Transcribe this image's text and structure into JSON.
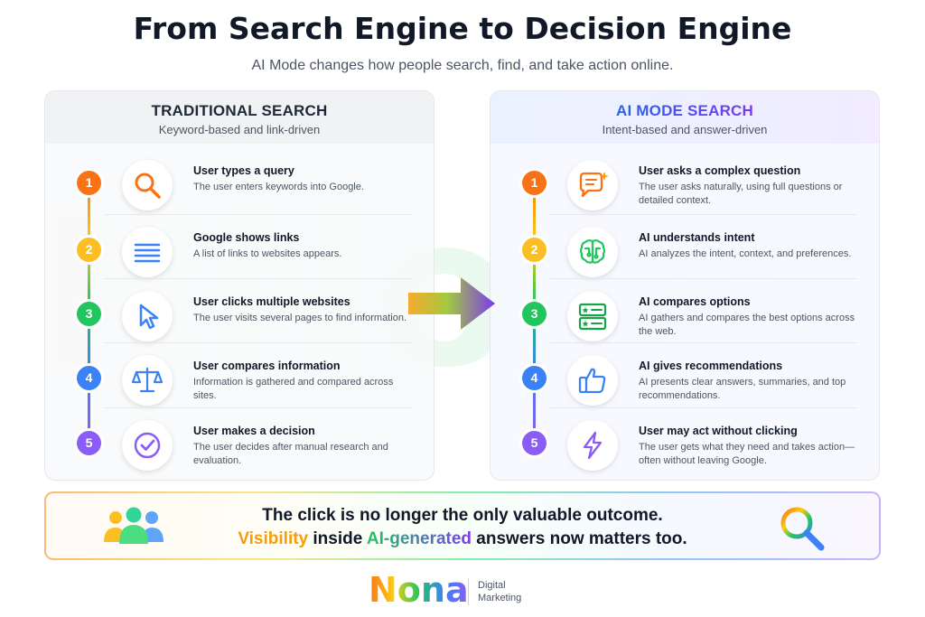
{
  "watermark": "NNona",
  "title": "From Search Engine to Decision Engine",
  "subtitle": "AI Mode changes how people search, find, and take action online.",
  "traditional": {
    "title": "TRADITIONAL SEARCH",
    "subtitle": "Keyword-based and link-driven",
    "steps": [
      {
        "num": "1",
        "icon": "search-icon",
        "color": "#f97316",
        "title": "User types a query",
        "desc": "The user enters keywords into Google."
      },
      {
        "num": "2",
        "icon": "list-icon",
        "color": "#fbbf24",
        "title": "Google shows links",
        "desc": "A list of links to websites appears."
      },
      {
        "num": "3",
        "icon": "cursor-icon",
        "color": "#22c55e",
        "title": "User clicks multiple websites",
        "desc": "The user visits several pages to find information."
      },
      {
        "num": "4",
        "icon": "scale-icon",
        "color": "#3b82f6",
        "title": "User compares information",
        "desc": "Information is gathered and compared across sites."
      },
      {
        "num": "5",
        "icon": "check-circle-icon",
        "color": "#8b5cf6",
        "title": "User makes a decision",
        "desc": "The user decides after manual research and evaluation."
      }
    ]
  },
  "ai_mode": {
    "title": "AI MODE SEARCH",
    "subtitle": "Intent-based and answer-driven",
    "steps": [
      {
        "num": "1",
        "icon": "chat-sparkle-icon",
        "color": "#f97316",
        "title": "User asks a complex question",
        "desc": "The user asks naturally, using full questions or detailed context."
      },
      {
        "num": "2",
        "icon": "brain-icon",
        "color": "#fbbf24",
        "title": "AI understands intent",
        "desc": "AI analyzes the intent, context, and preferences."
      },
      {
        "num": "3",
        "icon": "compare-cards-icon",
        "color": "#22c55e",
        "title": "AI compares options",
        "desc": "AI gathers and compares the best options across the web."
      },
      {
        "num": "4",
        "icon": "thumbs-up-icon",
        "color": "#3b82f6",
        "title": "AI gives recommendations",
        "desc": "AI presents clear answers, summaries, and top recommendations."
      },
      {
        "num": "5",
        "icon": "lightning-icon",
        "color": "#8b5cf6",
        "title": "User may act without clicking",
        "desc": "The user gets what they need and takes action—often without leaving Google."
      }
    ]
  },
  "banner": {
    "line1": "The click is no longer the only valuable outcome.",
    "line2_a": "Visibility",
    "line2_b": " inside ",
    "line2_c": "AI-generated",
    "line2_d": " answers now matters too."
  },
  "footer": {
    "brand": "Nona",
    "tag_line1": "Digital",
    "tag_line2": "Marketing"
  },
  "colors": {
    "orange": "#f97316",
    "yellow": "#fbbf24",
    "green": "#22c55e",
    "blue": "#3b82f6",
    "purple": "#8b5cf6",
    "ai_title_start": "#2563eb",
    "ai_title_end": "#7c3aed"
  }
}
